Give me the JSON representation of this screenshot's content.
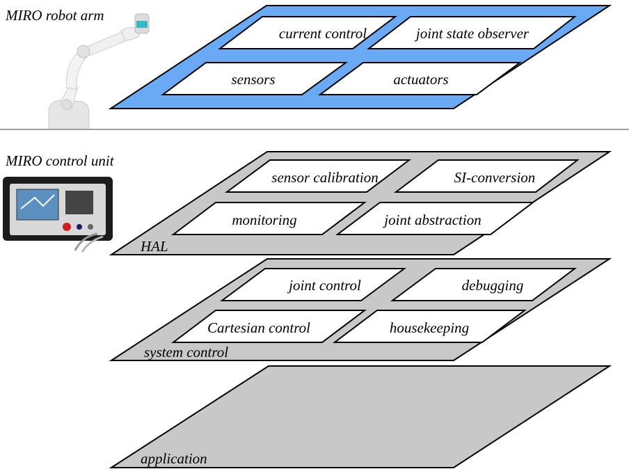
{
  "robot_arm": {
    "title": "MIRO robot arm",
    "blocks": {
      "current_control": "current control",
      "joint_state_observer": "joint state observer",
      "sensors": "sensors",
      "actuators": "actuators"
    }
  },
  "control_unit": {
    "title": "MIRO control unit"
  },
  "hal": {
    "label": "HAL",
    "blocks": {
      "sensor_calibration": "sensor calibration",
      "si_conversion": "SI-conversion",
      "monitoring": "monitoring",
      "joint_abstraction": "joint abstraction"
    }
  },
  "system_control": {
    "label": "system control",
    "blocks": {
      "joint_control": "joint control",
      "debugging": "debugging",
      "cartesian_control": "Cartesian control",
      "housekeeping": "housekeeping"
    }
  },
  "application": {
    "label": "application"
  },
  "colors": {
    "robot_layer": "#6aa9f4",
    "unit_layers": "#c8c8c8",
    "separator": "#a0a0a0"
  }
}
